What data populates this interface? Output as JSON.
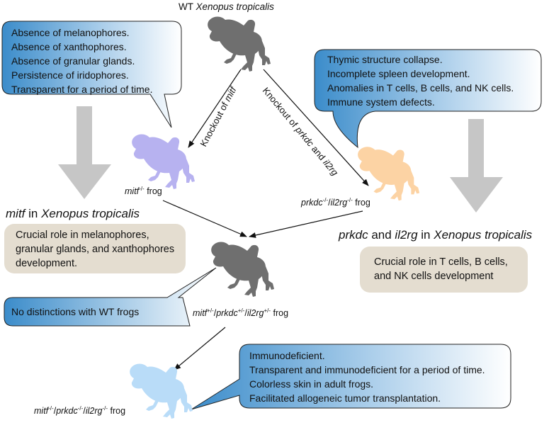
{
  "top_label": {
    "prefix": "WT",
    "species": "Xenopus tropicalis"
  },
  "knockout_mitf": {
    "prefix": "Knockout of",
    "gene": "mitf"
  },
  "knockout_prk": {
    "prefix": "Knockout of",
    "gene1": "prkdc",
    "conj": "and",
    "gene2": "il2rg"
  },
  "frog_mitf": {
    "gene": "mitf",
    "sup": "-/-",
    "suffix": "frog"
  },
  "frog_prk": {
    "gene1": "prkdc",
    "sup1": "-/-",
    "sep": "/",
    "gene2": "il2rg",
    "sup2": "-/-",
    "suffix": "frog"
  },
  "frog_het": {
    "gene1": "mitf",
    "sup1": "+/-",
    "sep1": "/",
    "gene2": "prkdc",
    "sup2": "+/-",
    "sep2": "/",
    "gene3": "il2rg",
    "sup3": "+/-",
    "suffix": "frog"
  },
  "frog_ko": {
    "gene1": "mitf",
    "sup1": "-/-",
    "sep1": "/",
    "gene2": "prkdc",
    "sup2": "-/-",
    "sep2": "/",
    "gene3": "il2rg",
    "sup3": "-/-",
    "suffix": "frog"
  },
  "bubble_mitf": {
    "lines": [
      "Absence of melanophores.",
      "Absence of xanthophores.",
      "Absence of granular glands.",
      "Persistence of iridophores.",
      "Transparent for a period of time."
    ]
  },
  "bubble_prk": {
    "lines": [
      "Thymic structure collapse.",
      "Incomplete spleen development.",
      "Anomalies in T cells, B cells, and NK cells.",
      "Immune system defects."
    ]
  },
  "bubble_het": {
    "lines": [
      "No distinctions with WT frogs"
    ]
  },
  "bubble_ko": {
    "lines": [
      "Immunodeficient.",
      "Transparent and immunodeficient for a period of time.",
      "Colorless skin in adult frogs.",
      "Facilitated allogeneic tumor transplantation."
    ]
  },
  "heading_mitf": {
    "gene": "mitf",
    "mid": "in",
    "species": "Xenopus tropicalis"
  },
  "heading_prk": {
    "gene1": "prkdc",
    "conj": "and",
    "gene2": "il2rg",
    "mid": "in",
    "species": "Xenopus tropicalis"
  },
  "role_mitf": {
    "lines": [
      "Crucial role in melanophores,",
      "granular glands, and xanthophores",
      "development."
    ]
  },
  "role_prk": {
    "lines": [
      "Crucial role in T cells, B cells,",
      "and NK cells development"
    ]
  },
  "colors": {
    "frog_wt": "#6f6f6f",
    "frog_mitf": "#b7b2f0",
    "frog_prk": "#fcd3a4",
    "frog_ko": "#b9dcf8",
    "bubble_dark": "#3b8cca",
    "beige": "#e4ddd0",
    "gray_arrow": "#c6c6c6"
  }
}
